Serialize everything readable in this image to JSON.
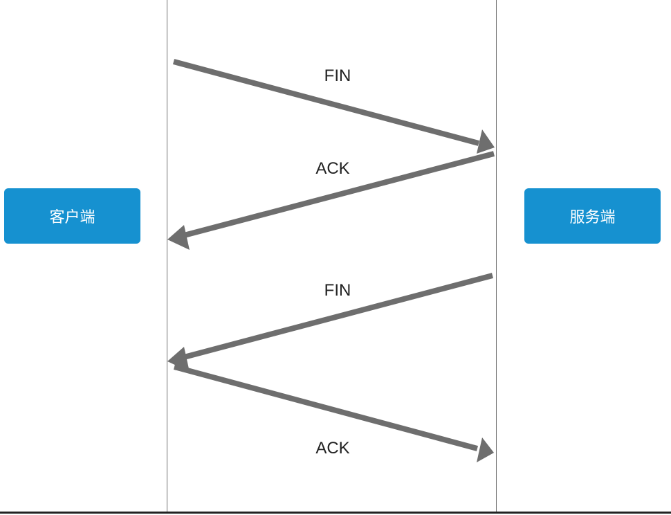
{
  "client": {
    "label": "客户端",
    "color": "#1691d0"
  },
  "server": {
    "label": "服务端",
    "color": "#1691d0"
  },
  "messages": [
    {
      "label": "FIN",
      "direction": "client-to-server"
    },
    {
      "label": "ACK",
      "direction": "server-to-client"
    },
    {
      "label": "FIN",
      "direction": "server-to-client"
    },
    {
      "label": "ACK",
      "direction": "client-to-server"
    }
  ],
  "colors": {
    "arrow": "#6e6e6e",
    "lifeline": "#6e6e6e",
    "text": "#222222"
  }
}
